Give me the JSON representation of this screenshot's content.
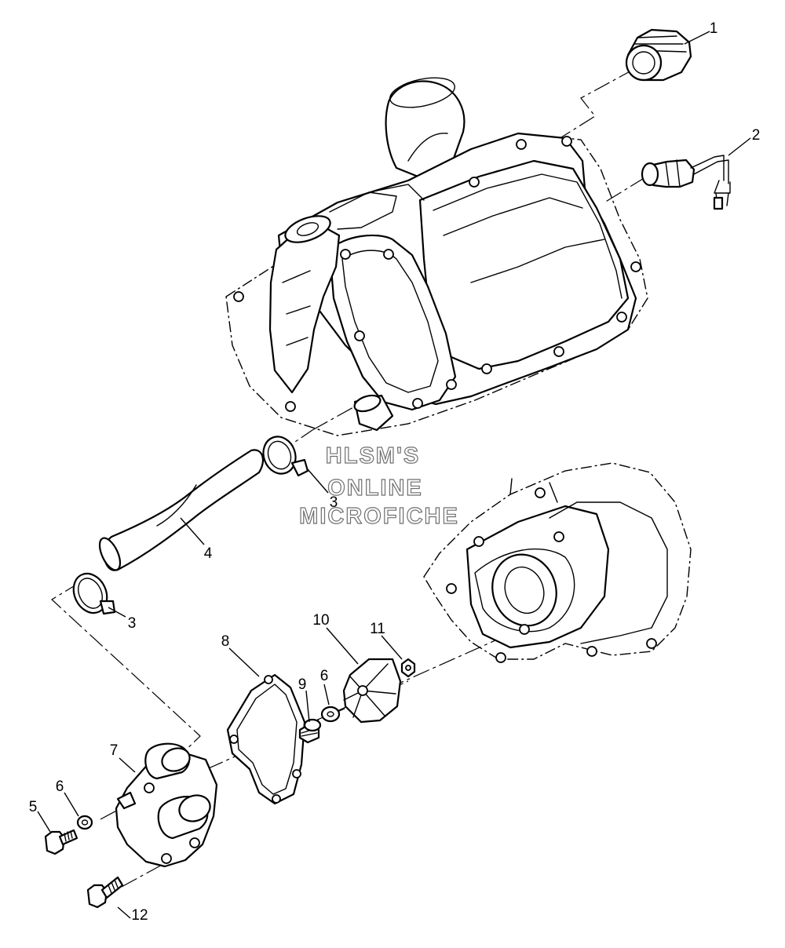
{
  "diagram": {
    "watermark": {
      "line1": "HLSM'S",
      "line2": "ONLINE",
      "line3": "MICROFICHE"
    },
    "callouts": {
      "c1": "1",
      "c2": "2",
      "c3a": "3",
      "c3b": "3",
      "c4": "4",
      "c5": "5",
      "c6a": "6",
      "c6b": "6",
      "c7": "7",
      "c8": "8",
      "c9": "9",
      "c10": "10",
      "c11": "11",
      "c12": "12"
    }
  }
}
